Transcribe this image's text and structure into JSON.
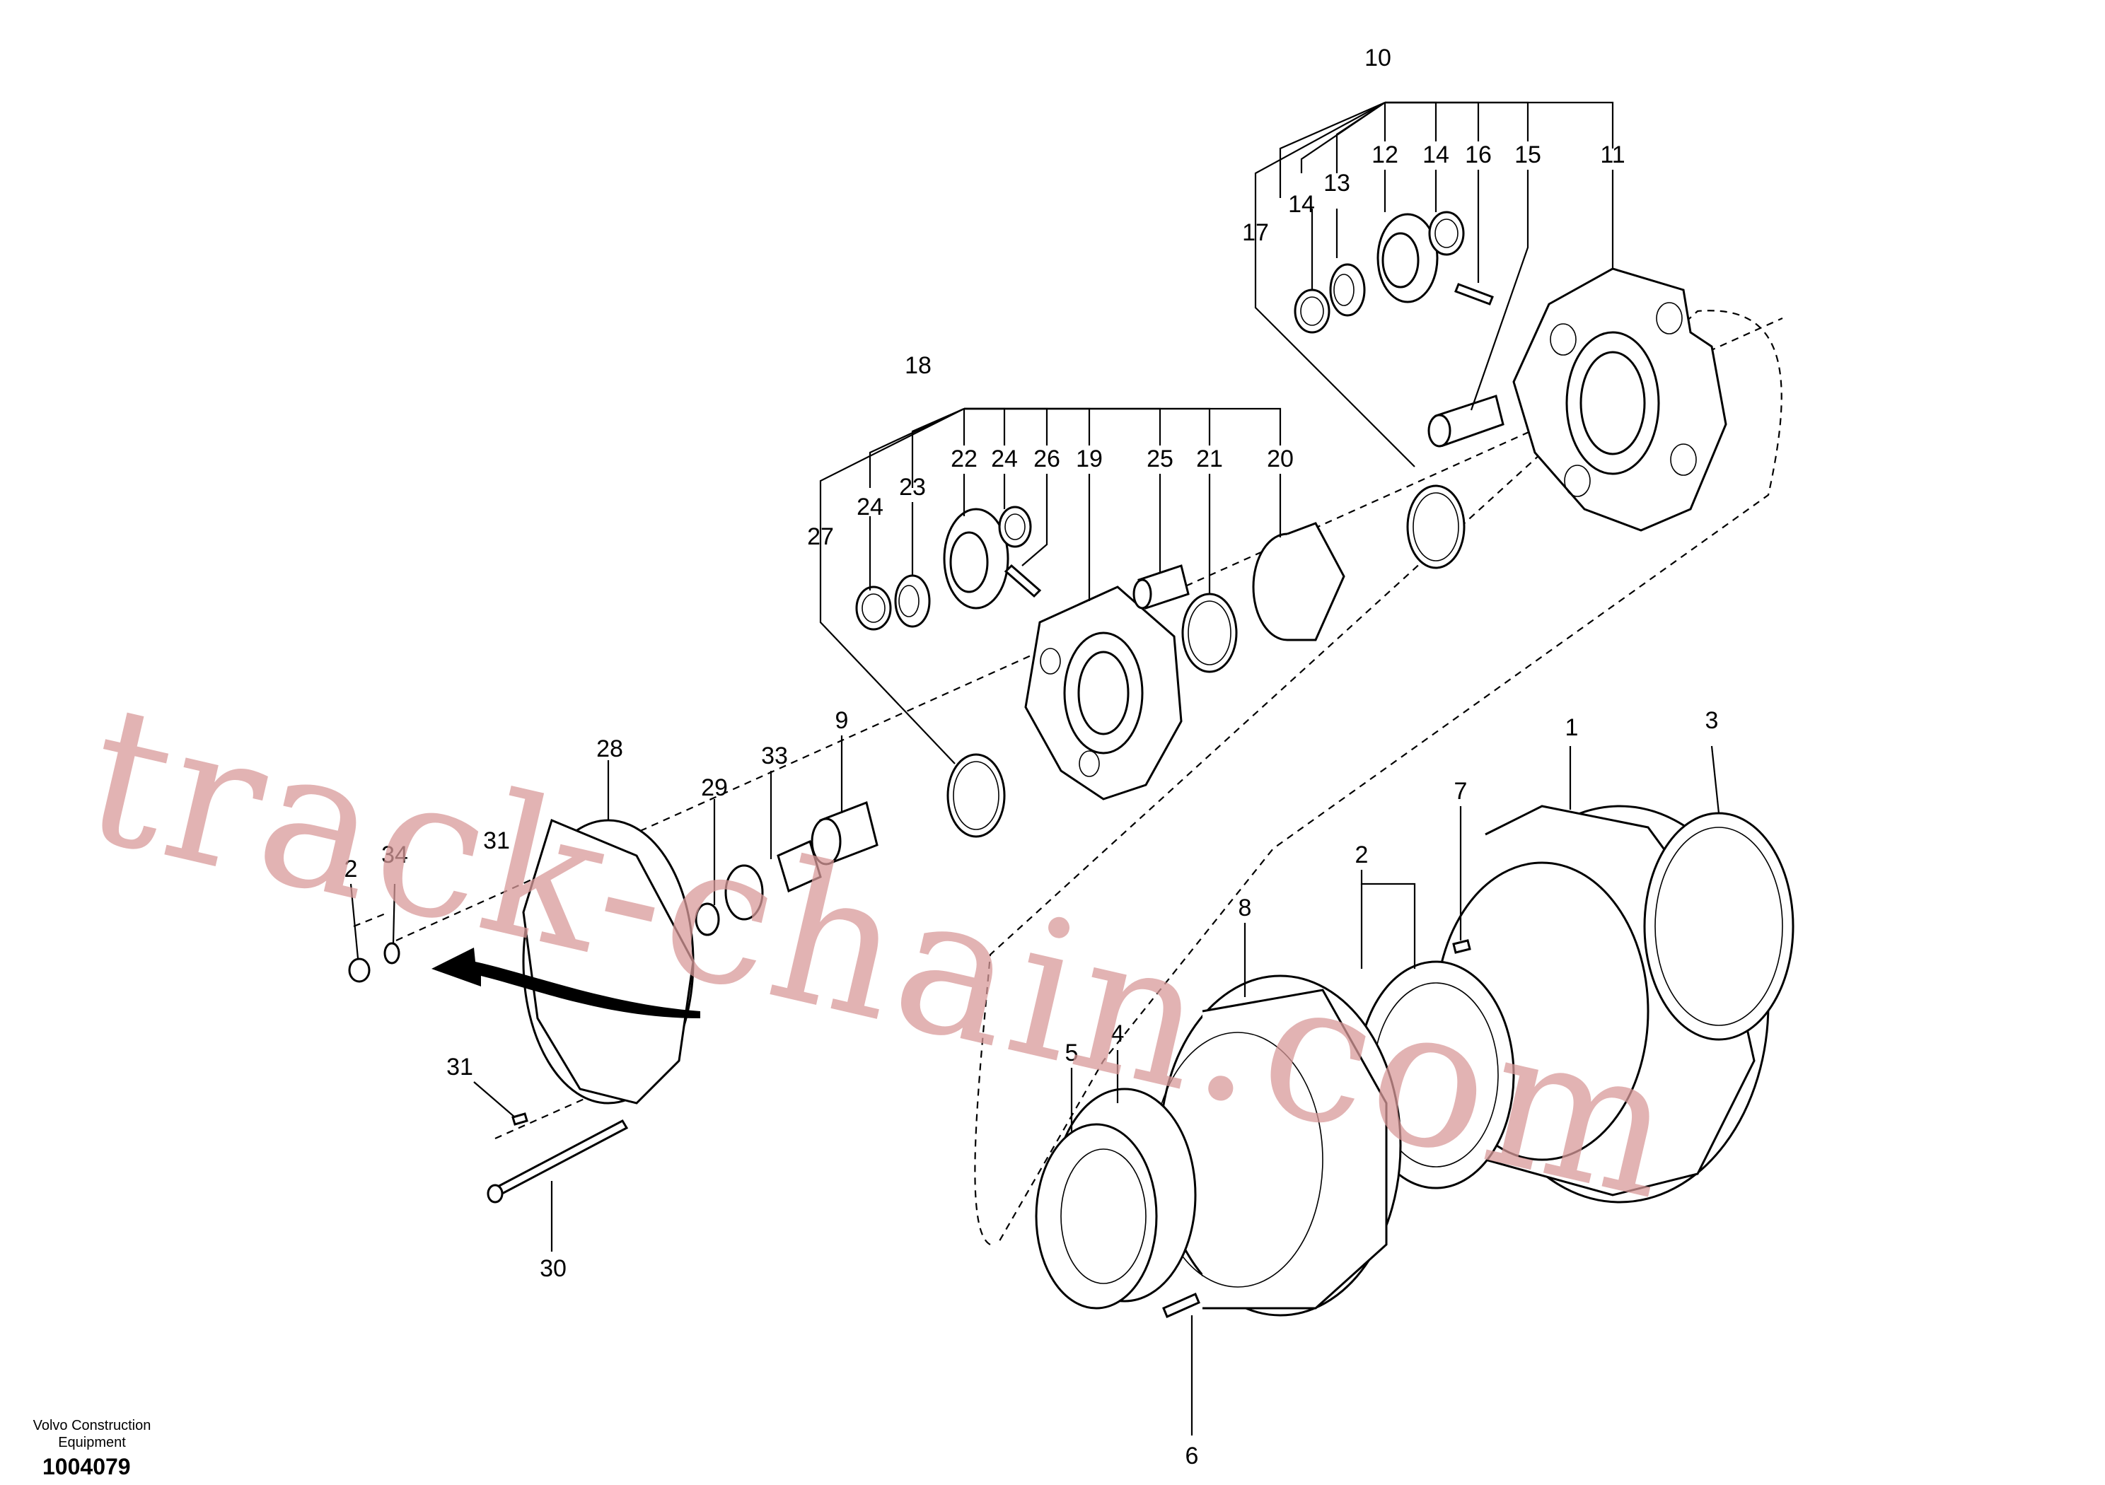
{
  "diagram": {
    "labels": {
      "l1": "1",
      "l2a": "2",
      "l2b": "2",
      "l3": "3",
      "l4": "4",
      "l5": "5",
      "l6": "6",
      "l7": "7",
      "l8": "8",
      "l9": "9",
      "l10": "10",
      "l11": "11",
      "l12": "12",
      "l13": "13",
      "l14a": "14",
      "l14b": "14",
      "l15": "15",
      "l16": "16",
      "l17": "17",
      "l18": "18",
      "l19": "19",
      "l20": "20",
      "l21": "21",
      "l22": "22",
      "l23": "23",
      "l24a": "24",
      "l24b": "24",
      "l25": "25",
      "l26": "26",
      "l27": "27",
      "l28": "28",
      "l29": "29",
      "l30": "30",
      "l31": "31",
      "l31b": "31",
      "l33": "33",
      "l34": "34"
    },
    "watermark": "track-chain.com",
    "footer": {
      "maker_line1": "Volvo Construction",
      "maker_line2": "Equipment",
      "drawing_number": "1004079"
    }
  }
}
